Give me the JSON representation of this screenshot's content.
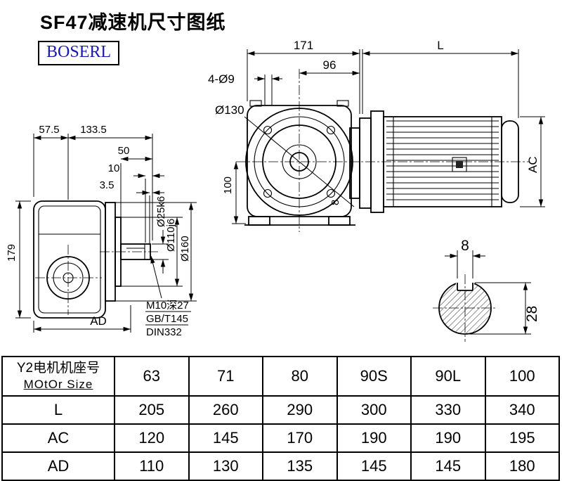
{
  "header": {
    "title": "SF47减速机尺寸图纸",
    "brand": "BOSERL"
  },
  "side_view": {
    "d57_5": "57.5",
    "d133_5": "133.5",
    "d50": "50",
    "d10": "10",
    "d3_5": "3.5",
    "d179": "179",
    "dAD": "AD",
    "shaft_dia": "Ø25k6",
    "spigot_dia": "Ø110j6",
    "flange_dia": "Ø160",
    "tap_note": "M10深27",
    "std_note1": "GB/T145",
    "std_note2": "DIN332"
  },
  "front_view": {
    "d171": "171",
    "dL": "L",
    "d96": "96",
    "holes": "4-Ø9",
    "bolt_circle": "Ø130",
    "d100": "100",
    "d8": "8",
    "dAC": "AC"
  },
  "section": {
    "key_width": "8",
    "d28": "28"
  },
  "table": {
    "col0": {
      "cn": "Y2电机机座号",
      "en": "MOtOr Size"
    },
    "sizes": [
      "63",
      "71",
      "80",
      "90S",
      "90L",
      "100"
    ],
    "rows": [
      {
        "label": "L",
        "values": [
          "205",
          "260",
          "290",
          "300",
          "330",
          "340"
        ]
      },
      {
        "label": "AC",
        "values": [
          "120",
          "145",
          "170",
          "190",
          "190",
          "195"
        ]
      },
      {
        "label": "AD",
        "values": [
          "110",
          "130",
          "135",
          "145",
          "145",
          "180"
        ]
      }
    ]
  }
}
